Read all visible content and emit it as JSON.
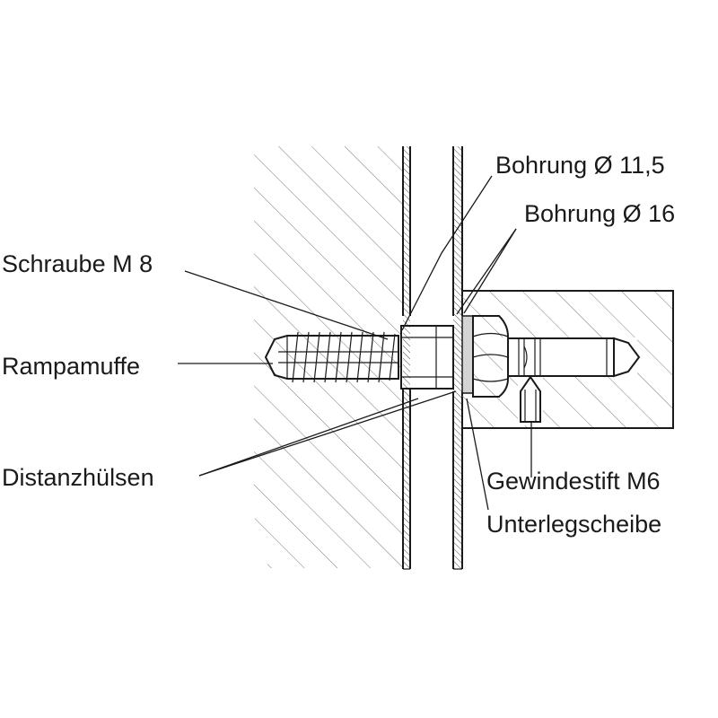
{
  "labels": {
    "bohrung_115": "Bohrung Ø 11,5",
    "bohrung_16": "Bohrung Ø 16",
    "schraube": "Schraube M 8",
    "rampamuffe": "Rampamuffe",
    "distanzhuelsen": "Distanzhülsen",
    "gewindestift": "Gewindestift M6",
    "unterlegscheibe": "Unterlegscheibe"
  },
  "colors": {
    "line": "#1a1a1a",
    "hatch": "#777777",
    "washer": "#d4d4d4",
    "background": "#ffffff"
  }
}
